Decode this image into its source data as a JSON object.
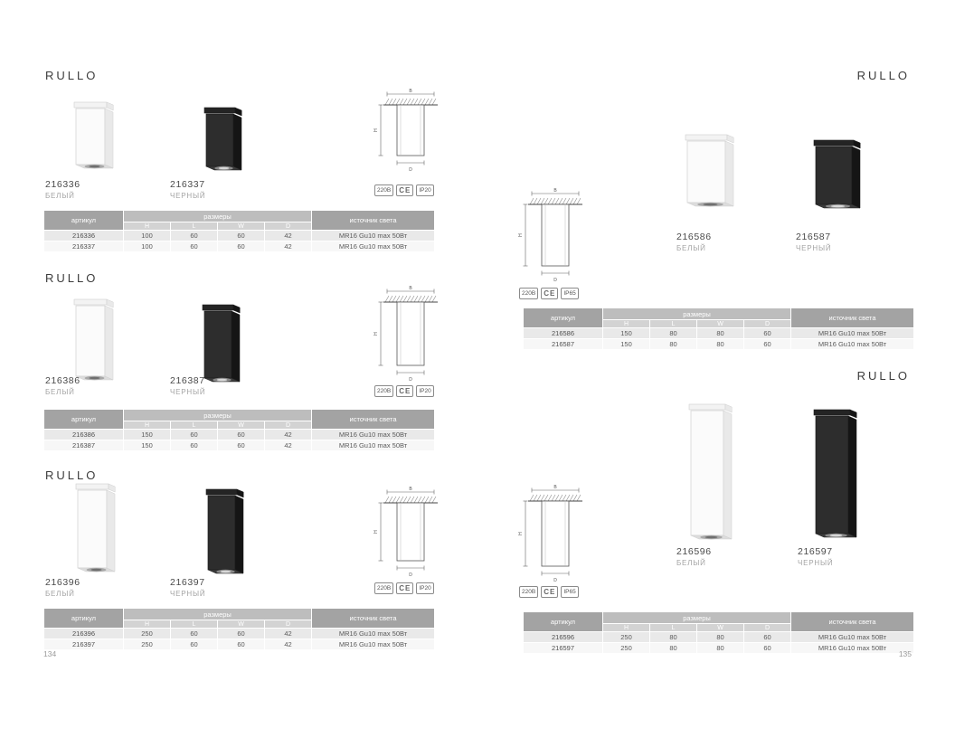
{
  "drawing_labels": {
    "width": "B",
    "height": "H",
    "depth": "D"
  },
  "pages": [
    {
      "page_number": "134",
      "sections": [
        {
          "title": "RULLO",
          "products": [
            {
              "article": "216336",
              "color_name": "БЕЛЫЙ"
            },
            {
              "article": "216337",
              "color_name": "ЧЕРНЫЙ"
            }
          ],
          "badges": [
            "220В",
            "CE",
            "IP20"
          ],
          "table": {
            "col_article": "артикул",
            "col_dims": "размеры",
            "col_source": "источник света",
            "dim_letters": [
              "H",
              "L",
              "W",
              "D"
            ],
            "rows": [
              {
                "article": "216336",
                "H": "100",
                "L": "60",
                "W": "60",
                "D": "42",
                "source": "MR16 Gu10 max 50Вт"
              },
              {
                "article": "216337",
                "H": "100",
                "L": "60",
                "W": "60",
                "D": "42",
                "source": "MR16 Gu10 max 50Вт"
              }
            ]
          }
        },
        {
          "title": "RULLO",
          "products": [
            {
              "article": "216386",
              "color_name": "БЕЛЫЙ"
            },
            {
              "article": "216387",
              "color_name": "ЧЕРНЫЙ"
            }
          ],
          "badges": [
            "220В",
            "CE",
            "IP20"
          ],
          "table": {
            "col_article": "артикул",
            "col_dims": "размеры",
            "col_source": "источник света",
            "dim_letters": [
              "H",
              "L",
              "W",
              "D"
            ],
            "rows": [
              {
                "article": "216386",
                "H": "150",
                "L": "60",
                "W": "60",
                "D": "42",
                "source": "MR16 Gu10 max 50Вт"
              },
              {
                "article": "216387",
                "H": "150",
                "L": "60",
                "W": "60",
                "D": "42",
                "source": "MR16 Gu10 max 50Вт"
              }
            ]
          }
        },
        {
          "title": "RULLO",
          "products": [
            {
              "article": "216396",
              "color_name": "БЕЛЫЙ"
            },
            {
              "article": "216397",
              "color_name": "ЧЕРНЫЙ"
            }
          ],
          "badges": [
            "220В",
            "CE",
            "IP20"
          ],
          "table": {
            "col_article": "артикул",
            "col_dims": "размеры",
            "col_source": "источник света",
            "dim_letters": [
              "H",
              "L",
              "W",
              "D"
            ],
            "rows": [
              {
                "article": "216396",
                "H": "250",
                "L": "60",
                "W": "60",
                "D": "42",
                "source": "MR16 Gu10 max 50Вт"
              },
              {
                "article": "216397",
                "H": "250",
                "L": "60",
                "W": "60",
                "D": "42",
                "source": "MR16 Gu10 max 50Вт"
              }
            ]
          }
        }
      ]
    },
    {
      "page_number": "135",
      "sections": [
        {
          "title": "RULLO",
          "products": [
            {
              "article": "216586",
              "color_name": "БЕЛЫЙ"
            },
            {
              "article": "216587",
              "color_name": "ЧЕРНЫЙ"
            }
          ],
          "badges": [
            "220В",
            "CE",
            "IP65"
          ],
          "table": {
            "col_article": "артикул",
            "col_dims": "размеры",
            "col_source": "источник света",
            "dim_letters": [
              "H",
              "L",
              "W",
              "D"
            ],
            "rows": [
              {
                "article": "216586",
                "H": "150",
                "L": "80",
                "W": "80",
                "D": "60",
                "source": "MR16 Gu10 max 50Вт"
              },
              {
                "article": "216587",
                "H": "150",
                "L": "80",
                "W": "80",
                "D": "60",
                "source": "MR16 Gu10 max 50Вт"
              }
            ]
          }
        },
        {
          "title": "RULLO",
          "products": [
            {
              "article": "216596",
              "color_name": "БЕЛЫЙ"
            },
            {
              "article": "216597",
              "color_name": "ЧЕРНЫЙ"
            }
          ],
          "badges": [
            "220В",
            "CE",
            "IP65"
          ],
          "table": {
            "col_article": "артикул",
            "col_dims": "размеры",
            "col_source": "источник света",
            "dim_letters": [
              "H",
              "L",
              "W",
              "D"
            ],
            "rows": [
              {
                "article": "216596",
                "H": "250",
                "L": "80",
                "W": "80",
                "D": "60",
                "source": "MR16 Gu10 max 50Вт"
              },
              {
                "article": "216597",
                "H": "250",
                "L": "80",
                "W": "80",
                "D": "60",
                "source": "MR16 Gu10 max 50Вт"
              }
            ]
          }
        }
      ]
    }
  ]
}
